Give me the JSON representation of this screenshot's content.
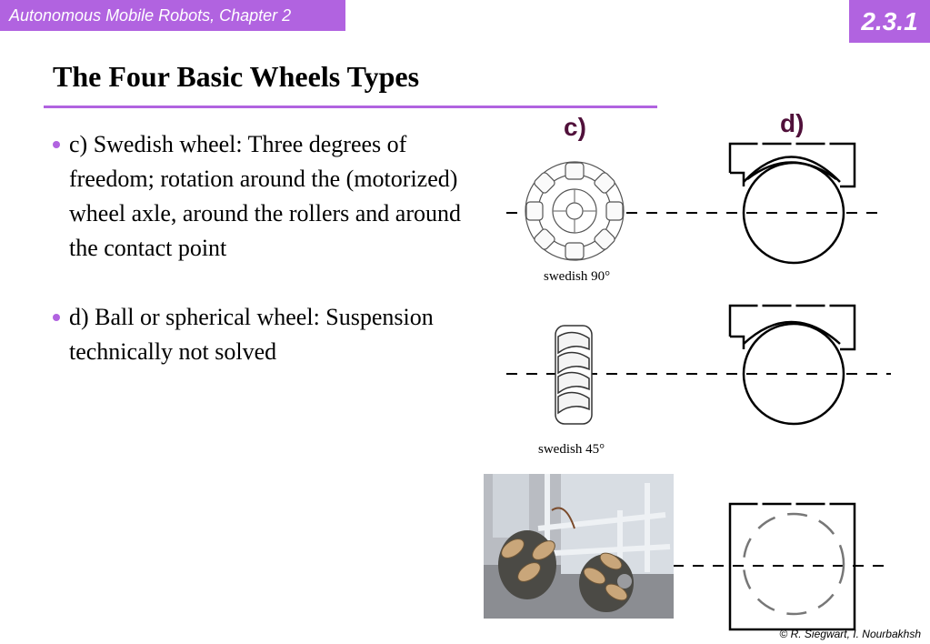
{
  "header": {
    "course": "Autonomous Mobile Robots, Chapter 2",
    "section": "2.3.1"
  },
  "slide": {
    "title": "The Four Basic Wheels Types",
    "bullets": [
      "c) Swedish wheel: Three degrees of freedom; rotation around the (motorized) wheel axle, around the rollers and around the contact point",
      "d) Ball or spherical wheel: Suspension technically not solved"
    ]
  },
  "figure": {
    "label_c": "c)",
    "label_d": "d)",
    "caption_90": "swedish 90°",
    "caption_45": "swedish 45°"
  },
  "footer": {
    "copyright": "© R. Siegwart, I. Nourbakhsh"
  },
  "colors": {
    "accent": "#b163e0",
    "label": "#50103a"
  }
}
